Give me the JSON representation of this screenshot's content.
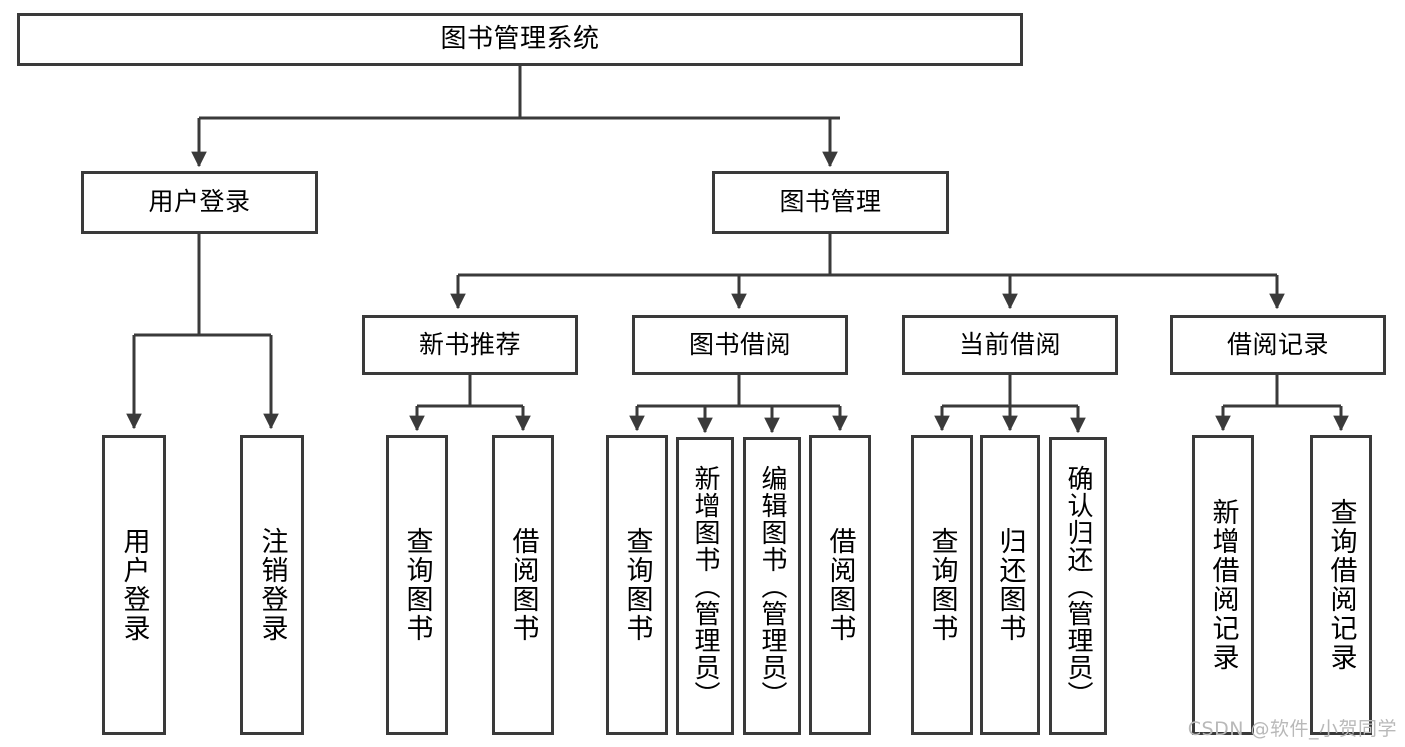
{
  "diagram": {
    "title": "图书管理系统",
    "watermark": "CSDN @软件_小贺同学",
    "colors": {
      "background": "#ffffff",
      "border": "#3a3a3a",
      "text": "#000000",
      "connector": "#3a3a3a",
      "watermark": "#b9b9b9"
    },
    "nodes": {
      "root": {
        "label": "图书管理系统"
      },
      "level1": [
        {
          "id": "user-login",
          "label": "用户登录"
        },
        {
          "id": "book-manage",
          "label": "图书管理"
        }
      ],
      "level2": [
        {
          "id": "new-book-recommend",
          "label": "新书推荐"
        },
        {
          "id": "book-borrow",
          "label": "图书借阅"
        },
        {
          "id": "current-borrow",
          "label": "当前借阅"
        },
        {
          "id": "borrow-record",
          "label": "借阅记录"
        }
      ],
      "leaves": {
        "user-login": [
          {
            "id": "leaf-user-login",
            "label": "用户登录"
          },
          {
            "id": "leaf-logout-login",
            "label": "注销登录"
          }
        ],
        "new-book-recommend": [
          {
            "id": "leaf-query-book-1",
            "label": "查询图书"
          },
          {
            "id": "leaf-borrow-book-1",
            "label": "借阅图书"
          }
        ],
        "book-borrow": [
          {
            "id": "leaf-query-book-2",
            "label": "查询图书"
          },
          {
            "id": "leaf-add-book",
            "label": "新增图书（管理员）"
          },
          {
            "id": "leaf-edit-book",
            "label": "编辑图书（管理员）"
          },
          {
            "id": "leaf-borrow-book-2",
            "label": "借阅图书"
          }
        ],
        "current-borrow": [
          {
            "id": "leaf-query-book-3",
            "label": "查询图书"
          },
          {
            "id": "leaf-return-book",
            "label": "归还图书"
          },
          {
            "id": "leaf-confirm-return",
            "label": "确认归还（管理员）"
          }
        ],
        "borrow-record": [
          {
            "id": "leaf-add-record",
            "label": "新增借阅记录"
          },
          {
            "id": "leaf-query-record",
            "label": "查询借阅记录"
          }
        ]
      }
    }
  }
}
